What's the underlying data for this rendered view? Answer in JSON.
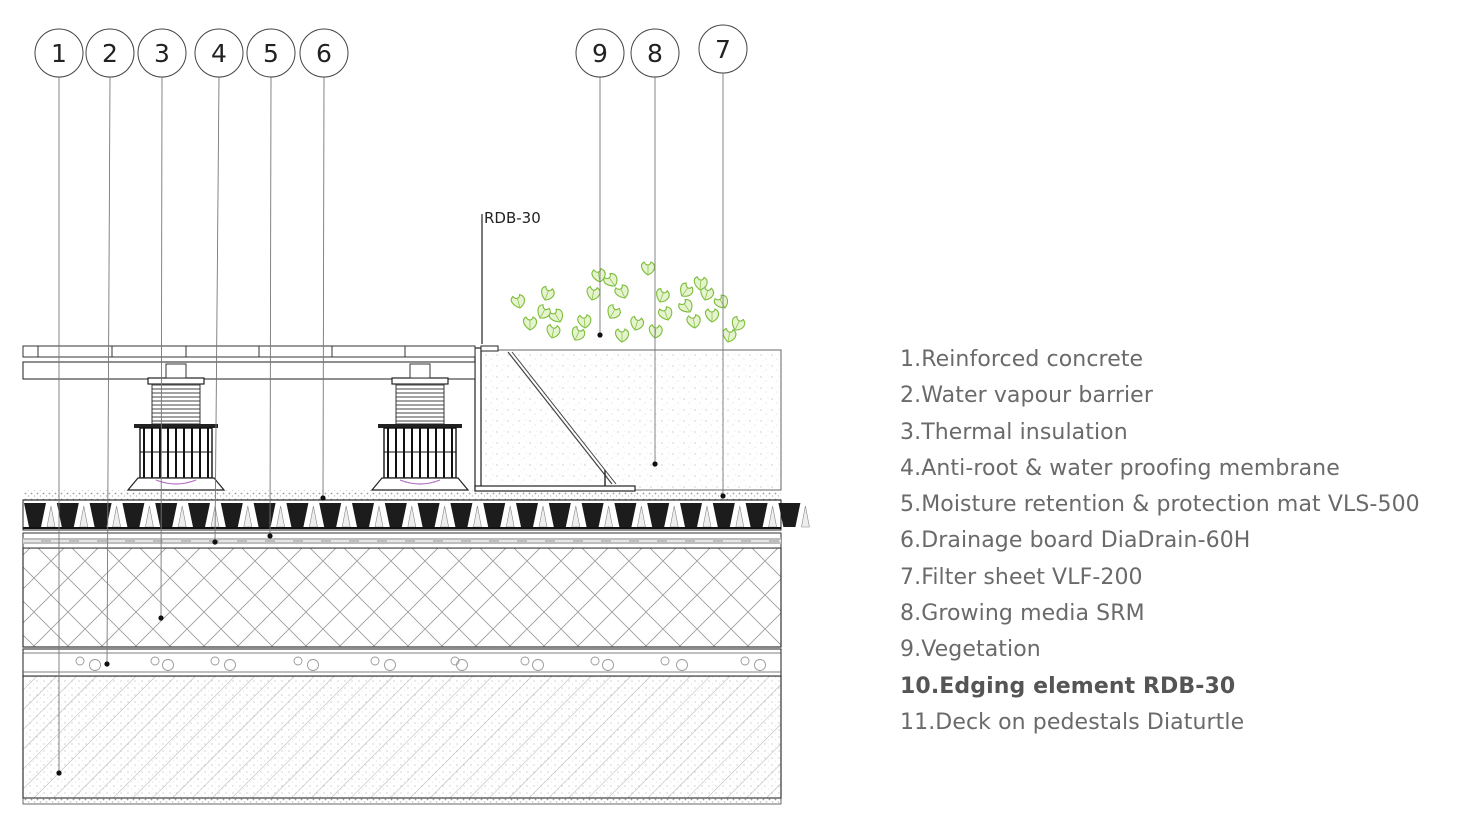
{
  "callouts": [
    {
      "number": "1"
    },
    {
      "number": "2"
    },
    {
      "number": "3"
    },
    {
      "number": "4"
    },
    {
      "number": "5"
    },
    {
      "number": "6"
    },
    {
      "number": "9"
    },
    {
      "number": "8"
    },
    {
      "number": "7"
    }
  ],
  "rdb_label": "RDB-30",
  "legend": [
    {
      "text": "1.Reinforced concrete",
      "bold": false
    },
    {
      "text": "2.Water vapour barrier",
      "bold": false
    },
    {
      "text": "3.Thermal insulation",
      "bold": false
    },
    {
      "text": "4.Anti-root & water proofing membrane",
      "bold": false
    },
    {
      "text": "5.Moisture retention & protection mat VLS-500",
      "bold": false
    },
    {
      "text": "6.Drainage board DiaDrain-60H",
      "bold": false
    },
    {
      "text": "7.Filter sheet VLF-200",
      "bold": false
    },
    {
      "text": "8.Growing media SRM",
      "bold": false
    },
    {
      "text": "9.Vegetation",
      "bold": false
    },
    {
      "text": "10.Edging element RDB-30",
      "bold": true
    },
    {
      "text": "11.Deck on pedestals Diaturtle",
      "bold": false
    }
  ]
}
